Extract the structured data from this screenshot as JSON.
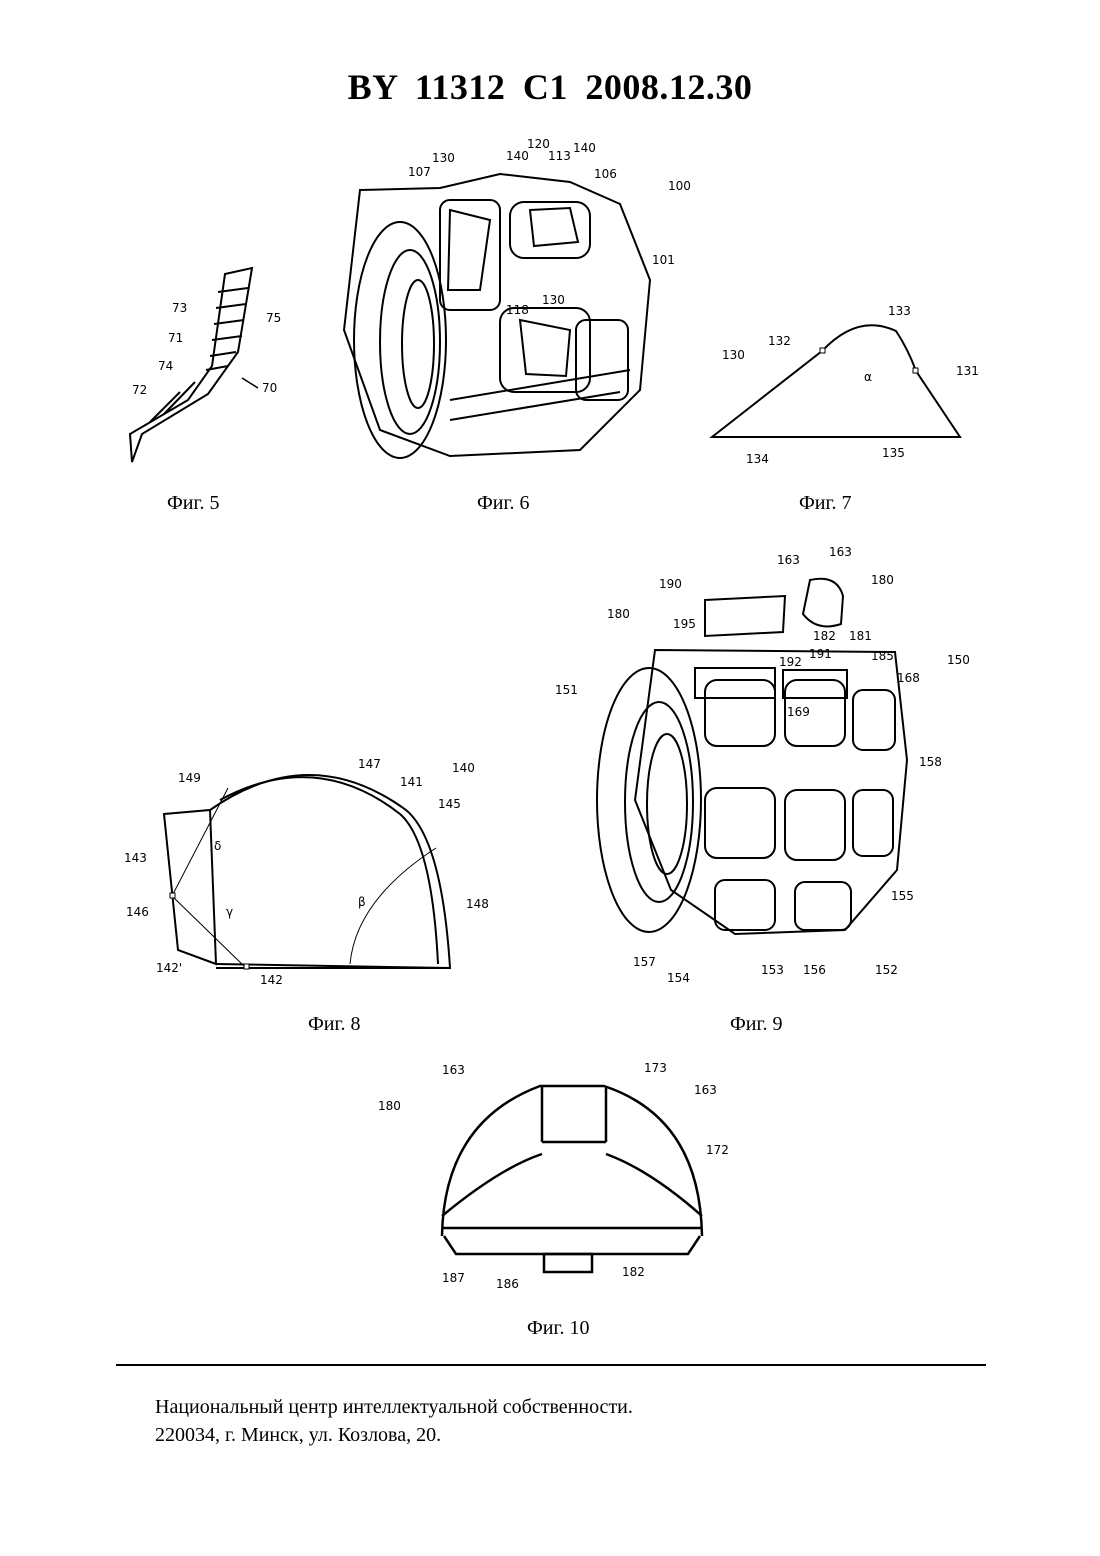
{
  "header": {
    "title": "BY  11312  C1  2008.12.30"
  },
  "figures": {
    "fig5": {
      "caption": "Фиг. 5",
      "labels": [
        "73",
        "75",
        "71",
        "74",
        "72",
        "70"
      ]
    },
    "fig6": {
      "caption": "Фиг. 6",
      "labels": [
        "120",
        "140",
        "113",
        "140",
        "130",
        "107",
        "106",
        "100",
        "101",
        "118",
        "130"
      ]
    },
    "fig7": {
      "caption": "Фиг. 7",
      "labels": [
        "133",
        "132",
        "130",
        "131",
        "134",
        "135"
      ],
      "angle": "α"
    },
    "fig8": {
      "caption": "Фиг. 8",
      "labels": [
        "147",
        "140",
        "149",
        "141",
        "145",
        "143",
        "146",
        "148",
        "142'",
        "142"
      ],
      "angles": [
        "δ",
        "γ",
        "β"
      ]
    },
    "fig9": {
      "caption": "Фиг. 9",
      "labels": [
        "163",
        "163",
        "190",
        "180",
        "180",
        "195",
        "182",
        "181",
        "191",
        "192",
        "185",
        "150",
        "151",
        "168",
        "169",
        "158",
        "155",
        "157",
        "154",
        "153",
        "156",
        "152"
      ]
    },
    "fig10": {
      "caption": "Фиг. 10",
      "labels": [
        "163",
        "173",
        "180",
        "163",
        "172",
        "187",
        "186",
        "182"
      ]
    }
  },
  "footer": {
    "line1": "Национальный центр интеллектуальной собственности.",
    "line2": "220034, г. Минск, ул. Козлова, 20."
  }
}
